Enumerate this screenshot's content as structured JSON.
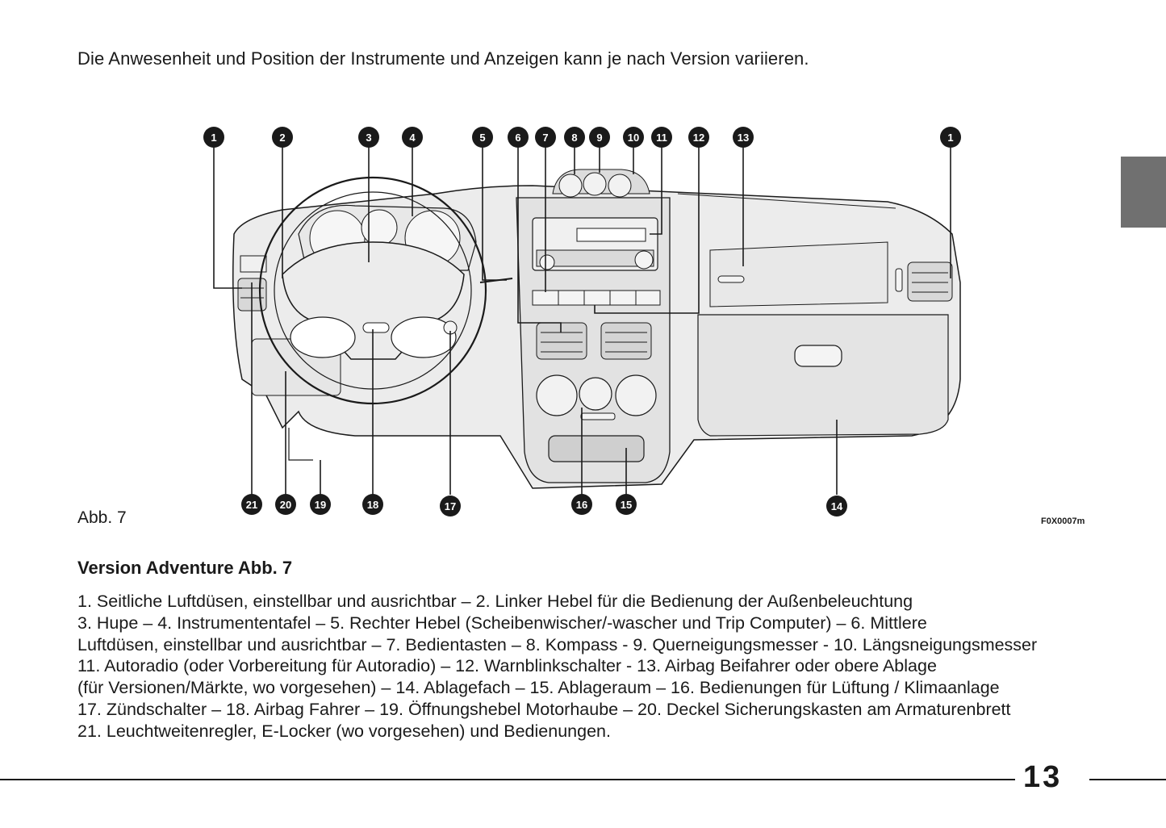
{
  "intro": "Die Anwesenheit und Position der Instrumente und Anzeigen kann je nach Version variieren.",
  "figure": {
    "caption": "Abb. 7",
    "code": "F0X0007m",
    "callouts": [
      "1",
      "2",
      "3",
      "4",
      "5",
      "6",
      "7",
      "8",
      "9",
      "10",
      "11",
      "12",
      "13",
      "1",
      "21",
      "20",
      "19",
      "18",
      "17",
      "16",
      "15",
      "14"
    ]
  },
  "section_title": "Version Adventure Abb. 7",
  "legend_lines": [
    "1. Seitliche Luftdüsen, einstellbar und ausrichtbar – 2. Linker Hebel für die Bedienung der Außenbeleuchtung",
    "3. Hupe – 4. Instrumententafel – 5. Rechter Hebel (Scheibenwischer/-wascher und Trip Computer) – 6. Mittlere",
    "Luftdüsen, einstellbar und ausrichtbar – 7. Bedientasten – 8. Kompass - 9. Querneigungsmesser - 10. Längsneigungsmesser",
    "11. Autoradio (oder Vorbereitung für Autoradio) – 12. Warnblinkschalter - 13. Airbag Beifahrer oder obere Ablage",
    "(für Versionen/Märkte, wo vorgesehen) – 14. Ablagefach – 15. Ablageraum – 16. Bedienungen für Lüftung / Klimaanlage",
    "17. Zündschalter – 18. Airbag Fahrer – 19. Öffnungshebel Motorhaube – 20. Deckel Sicherungskasten am Armaturenbrett",
    "21. Leuchtweitenregler, E-Locker (wo vorgesehen) und Bedienungen."
  ],
  "page_number": "13",
  "colors": {
    "side_tab": "#707070",
    "dash_fill": "#ececec",
    "ink": "#1a1a1a"
  }
}
